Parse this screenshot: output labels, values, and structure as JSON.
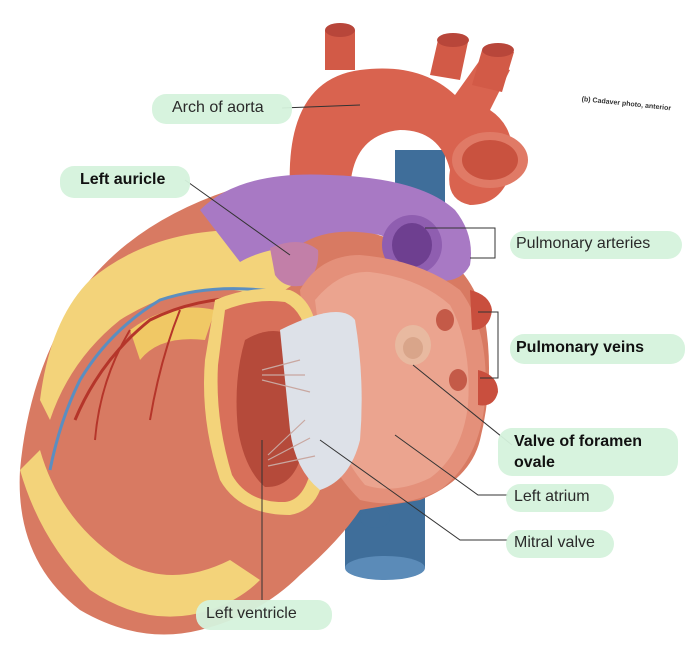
{
  "caption": "(b) Cadaver photo, anterior",
  "labels": {
    "arch_of_aorta": "Arch of aorta",
    "left_auricle": "Left auricle",
    "pulmonary_arteries": "Pulmonary arteries",
    "pulmonary_veins": "Pulmonary veins",
    "valve_of_foramen_ovale_1": "Valve of foramen",
    "valve_of_foramen_ovale_2": "ovale",
    "left_atrium": "Left atrium",
    "mitral_valve": "Mitral valve",
    "left_ventricle": "Left ventricle"
  },
  "colors": {
    "highlight": "#d5f2dc",
    "aorta": "#d9634f",
    "pulmonary_trunk": "#a879c4",
    "vena_cava": "#3f6e9a",
    "myocardium": "#d87a62",
    "fat": "#f3d37a",
    "leader_line": "#333333"
  }
}
